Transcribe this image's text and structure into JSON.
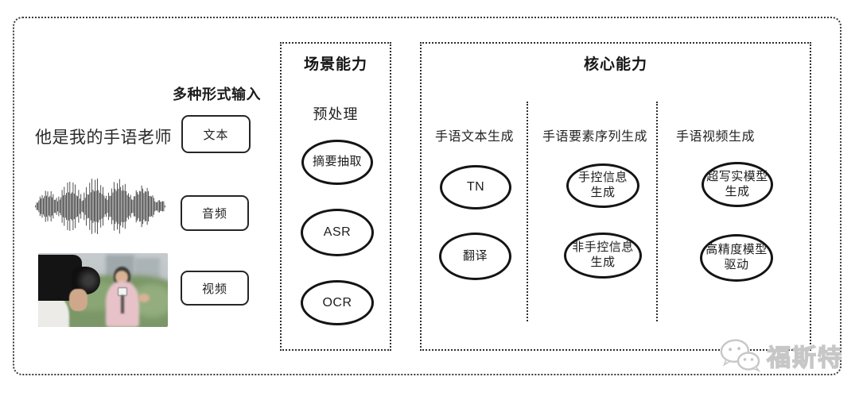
{
  "input_section": {
    "heading": "多种形式输入",
    "text_sample": "他是我的手语老师",
    "text_label": "文本",
    "audio_label": "音频",
    "video_label": "视频"
  },
  "scene_box": {
    "title": "场景能力",
    "subtitle": "预处理",
    "nodes": [
      "摘要抽取",
      "ASR",
      "OCR"
    ]
  },
  "core_box": {
    "title": "核心能力",
    "columns": [
      {
        "header": "手语文本生成",
        "nodes": [
          "TN",
          "翻译"
        ]
      },
      {
        "header": "手语要素序列生成",
        "nodes": [
          "手控信息\n生成",
          "非手控信息\n生成"
        ]
      },
      {
        "header": "手语视频生成",
        "nodes": [
          "超写实模型\n生成",
          "高精度模型\n驱动"
        ]
      }
    ]
  },
  "watermark": {
    "icon": "wechat-icon",
    "text": "福斯特"
  },
  "colors": {
    "ink": "#1f1f1f",
    "line": "#2e2e2e",
    "watermark": "#c7c7c7"
  }
}
